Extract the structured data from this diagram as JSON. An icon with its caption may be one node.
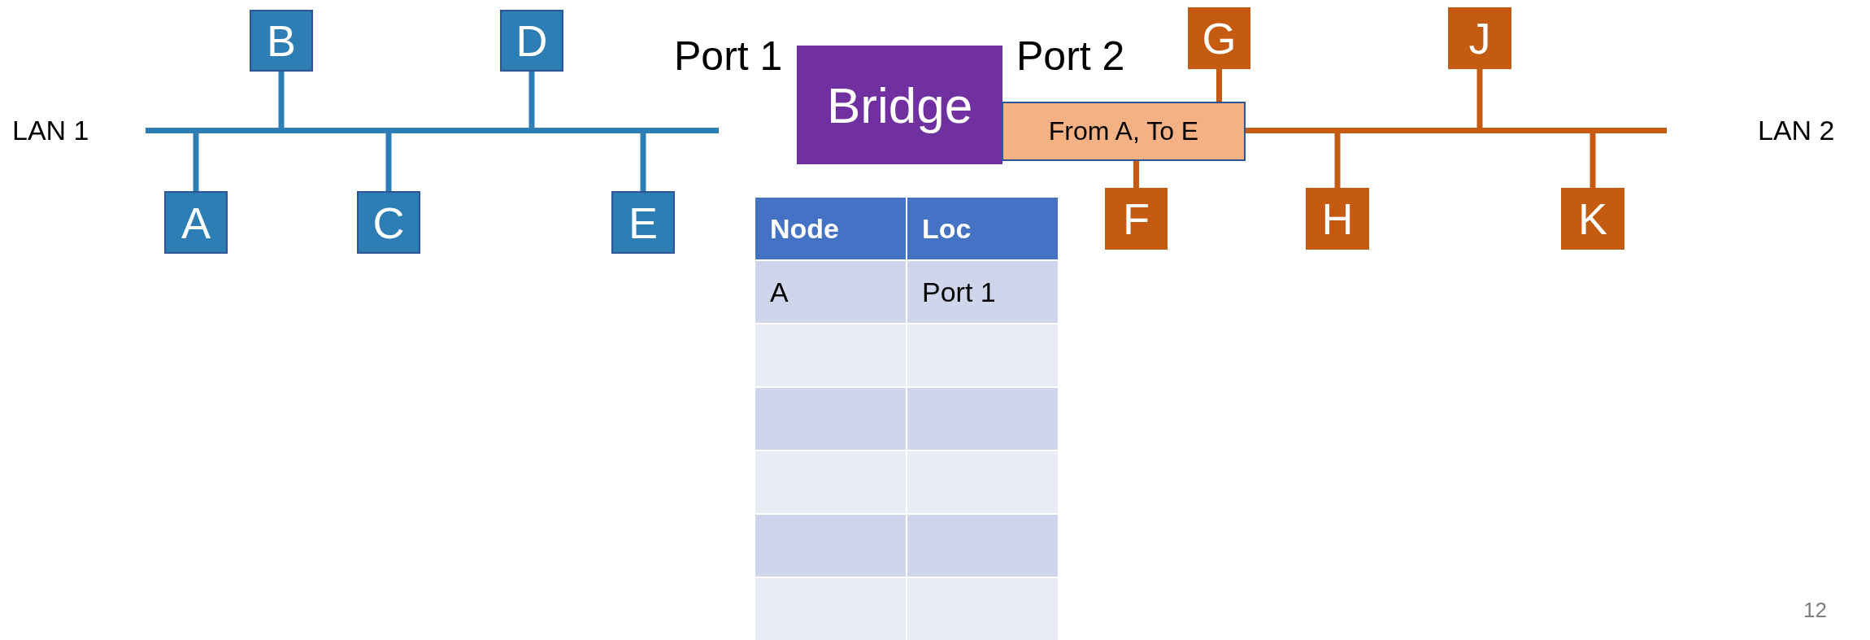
{
  "diagram": {
    "nodes": [
      {
        "text": [
          "B"
        ]
      },
      {
        "text": [
          "D"
        ]
      },
      {
        "text": [
          "Bridge"
        ],
        "beside": [
          "Port 1",
          "Port 2"
        ]
      },
      {
        "text": [
          "G"
        ]
      },
      {
        "text": [
          "J"
        ]
      },
      {
        "text": [],
        "shape": "bar",
        "beside": [
          "LAN 1"
        ]
      },
      {
        "text": [
          "From A, To E"
        ]
      },
      {
        "text": [],
        "shape": "bar",
        "beside": [
          "LAN 2"
        ]
      },
      {
        "text": [
          "A"
        ]
      },
      {
        "text": [
          "C"
        ]
      },
      {
        "text": [
          "E"
        ]
      },
      {
        "text": [
          "F"
        ]
      },
      {
        "text": [
          "H"
        ]
      },
      {
        "text": [
          "K"
        ]
      }
    ],
    "edges": [
      {
        "from": 0,
        "to": 5,
        "arrow": "none"
      },
      {
        "from": 1,
        "to": 5,
        "arrow": "none"
      },
      {
        "from": 8,
        "to": 5,
        "arrow": "none"
      },
      {
        "from": 9,
        "to": 5,
        "arrow": "none"
      },
      {
        "from": 10,
        "to": 5,
        "arrow": "none"
      },
      {
        "from": 3,
        "to": 6,
        "arrow": "none",
        "color": "#c55a11"
      },
      {
        "from": 4,
        "to": 7,
        "arrow": "none",
        "color": "#c55a11"
      },
      {
        "from": 11,
        "to": 6,
        "arrow": "none",
        "color": "#c55a11"
      },
      {
        "from": 12,
        "to": 7,
        "arrow": "none",
        "color": "#c55a11"
      },
      {
        "from": 13,
        "to": 7,
        "arrow": "none",
        "color": "#c55a11"
      }
    ],
    "labels": [
      "Node",
      "Loc",
      "A",
      "Port 1",
      "12"
    ]
  }
}
